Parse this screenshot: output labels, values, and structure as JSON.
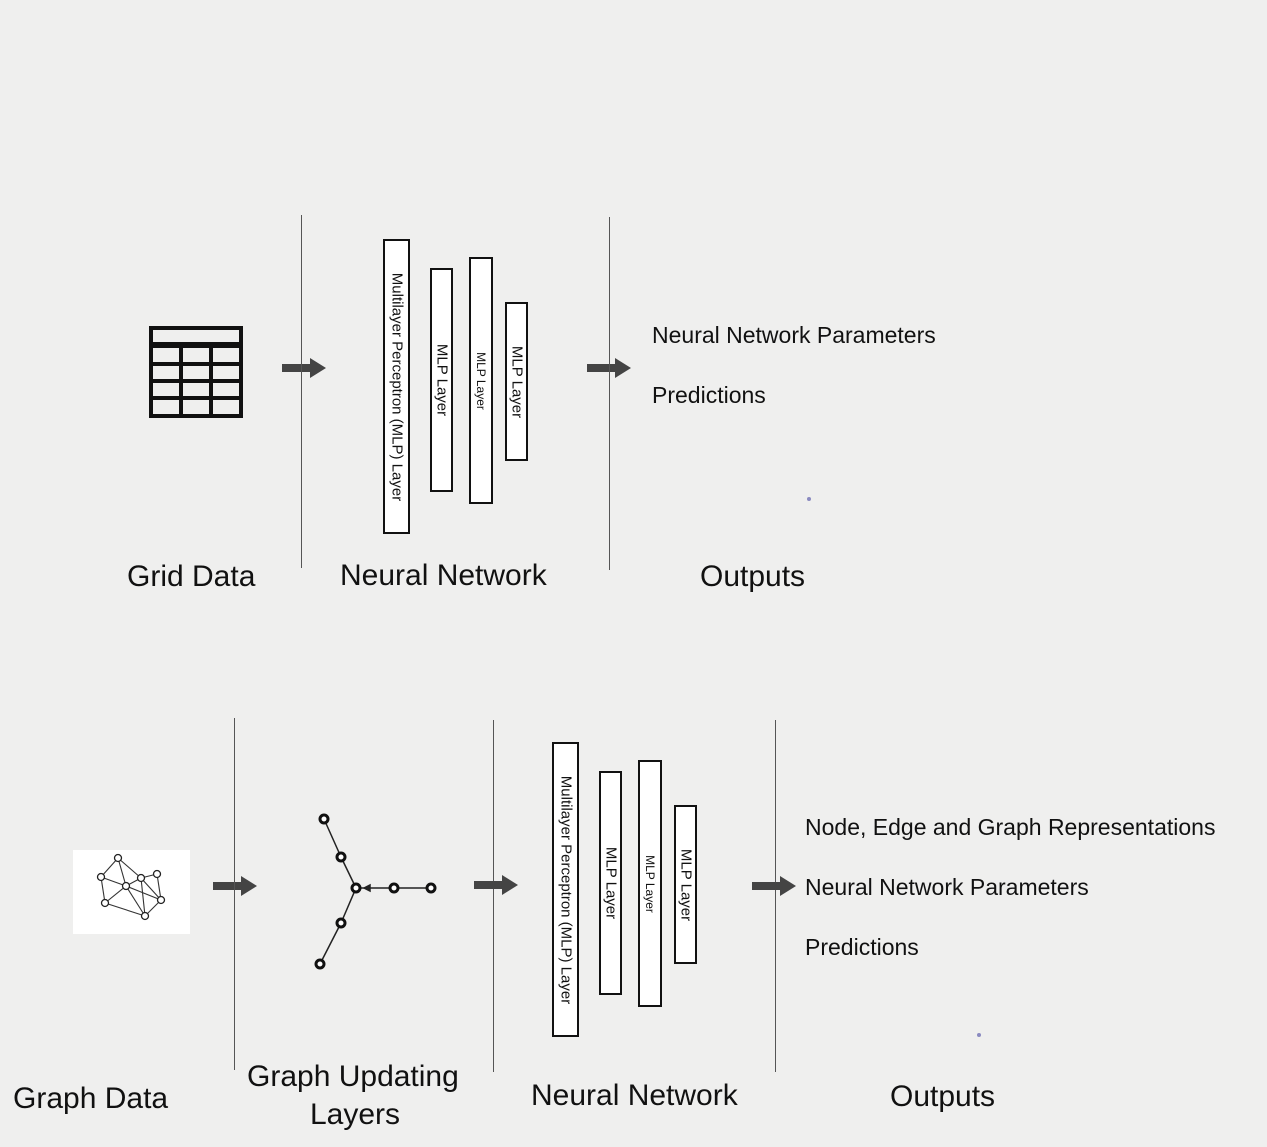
{
  "top_row": {
    "input_label": "Grid Data",
    "network_label": "Neural Network",
    "outputs_label": "Outputs",
    "outputs": [
      "Neural Network Parameters",
      "Predictions"
    ],
    "layers": [
      "Multilayer Perceptron (MLP) Layer",
      "MLP Layer",
      "MLP Layer",
      "MLP Layer"
    ]
  },
  "bottom_row": {
    "input_label": "Graph Data",
    "graph_layers_label_line1": "Graph Updating",
    "graph_layers_label_line2": "Layers",
    "network_label": "Neural Network",
    "outputs_label": "Outputs",
    "outputs": [
      "Node, Edge and Graph Representations",
      "Neural Network Parameters",
      "Predictions"
    ],
    "layers": [
      "Multilayer Perceptron (MLP) Layer",
      "MLP Layer",
      "MLP Layer",
      "MLP Layer"
    ]
  },
  "icons": [
    "grid-table-icon",
    "graph-network-icon",
    "graph-message-passing-icon",
    "arrow-right-icon"
  ]
}
